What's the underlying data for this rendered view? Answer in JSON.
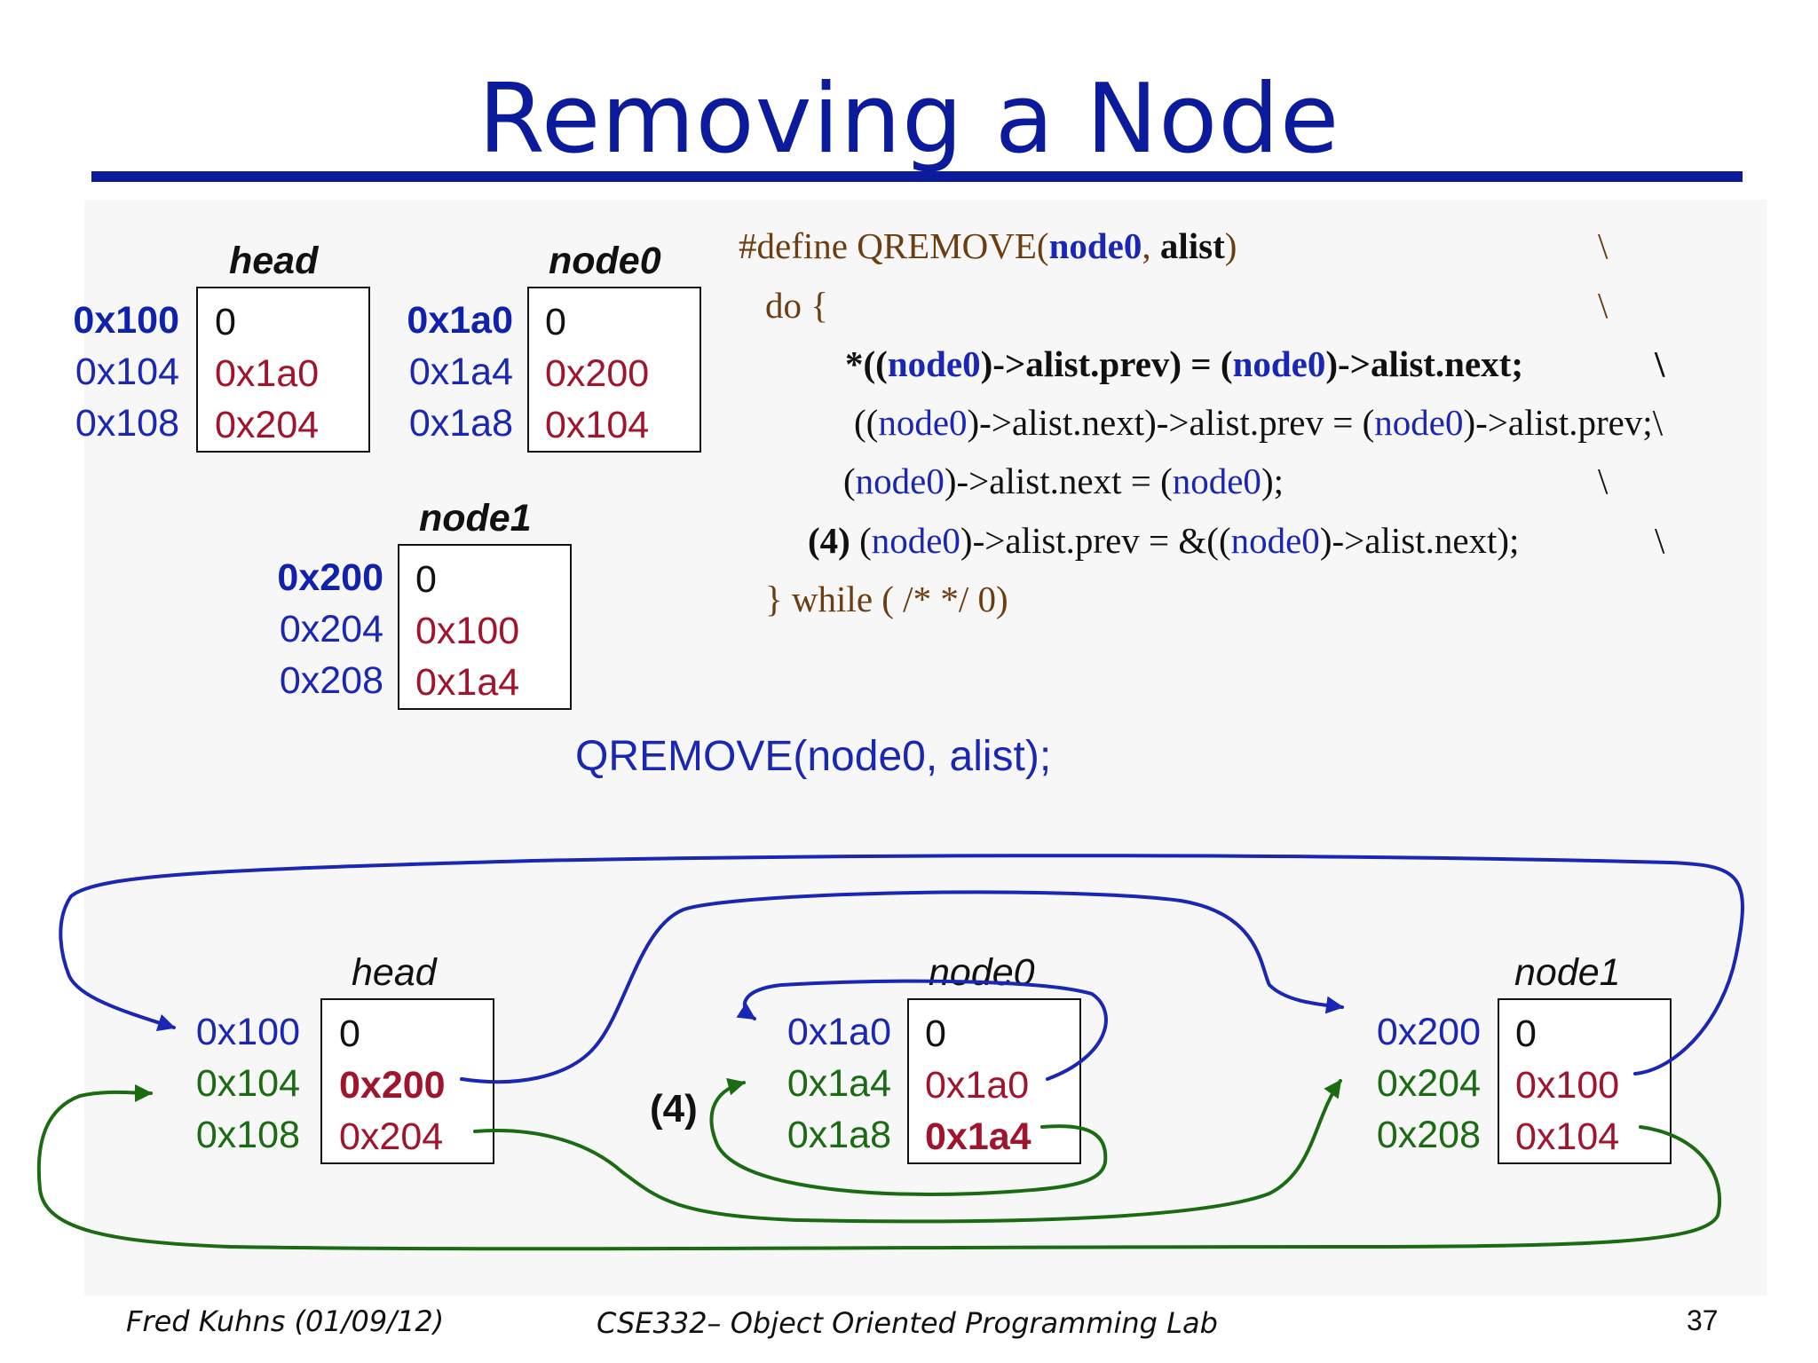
{
  "title": "Removing a Node",
  "top": {
    "head": {
      "label": "head",
      "addrs": [
        "0x100",
        "0x104",
        "0x108"
      ],
      "values": [
        "0",
        "0x1a0",
        "0x204"
      ]
    },
    "node0": {
      "label": "node0",
      "addrs": [
        "0x1a0",
        "0x1a4",
        "0x1a8"
      ],
      "values": [
        "0",
        "0x200",
        "0x104"
      ]
    },
    "node1": {
      "label": "node1",
      "addrs": [
        "0x200",
        "0x204",
        "0x208"
      ],
      "values": [
        "0",
        "0x100",
        "0x1a4"
      ]
    }
  },
  "code": {
    "l1": {
      "a": "#define QREMOVE(",
      "b": "node0",
      "c": ", ",
      "d": "alist",
      "e": ")",
      "bs": "\\"
    },
    "l2": {
      "a": "do {",
      "bs": "\\"
    },
    "l3": {
      "a": "*((",
      "b": "node0",
      "c": ")->alist.prev) = (",
      "d": "node0",
      "e": ")->alist.next;",
      "bs": "\\"
    },
    "l4": {
      "a": "((",
      "b": "node0",
      "c": ")->alist.next)->alist.prev = (",
      "d": "node0",
      "e": ")->alist.prev;\\"
    },
    "l5": {
      "a": "(",
      "b": "node0",
      "c": ")->alist.next = (",
      "d": "node0",
      "e": ");",
      "bs": "\\"
    },
    "l6": {
      "n": "(4)",
      "a": " (",
      "b": "node0",
      "c": ")->alist.prev = &((",
      "d": "node0",
      "e": ")->alist.next);",
      "bs": "\\"
    },
    "l7": {
      "a": "} while ( /* */ 0)"
    }
  },
  "call": "QREMOVE(node0, alist);",
  "bottom": {
    "head": {
      "label": "head",
      "addrs": [
        "0x100",
        "0x104",
        "0x108"
      ],
      "values": [
        "0",
        "0x200",
        "0x204"
      ]
    },
    "node0": {
      "label": "node0",
      "addrs": [
        "0x1a0",
        "0x1a4",
        "0x1a8"
      ],
      "values": [
        "0",
        "0x1a0",
        "0x1a4"
      ]
    },
    "node1": {
      "label": "node1",
      "addrs": [
        "0x200",
        "0x204",
        "0x208"
      ],
      "values": [
        "0",
        "0x100",
        "0x104"
      ]
    },
    "step_marker": "(4)"
  },
  "footer": {
    "author": "Fred Kuhns (01/09/12)",
    "course": "CSE332– Object Oriented Programming Lab",
    "page": "37"
  },
  "colors": {
    "title": "#0c1a9c",
    "address": "#1a27b5",
    "value": "#a0142d",
    "prev_link": "#1a6b12",
    "next_link": "#1a27b5",
    "code_keyword": "#6b3d10"
  }
}
